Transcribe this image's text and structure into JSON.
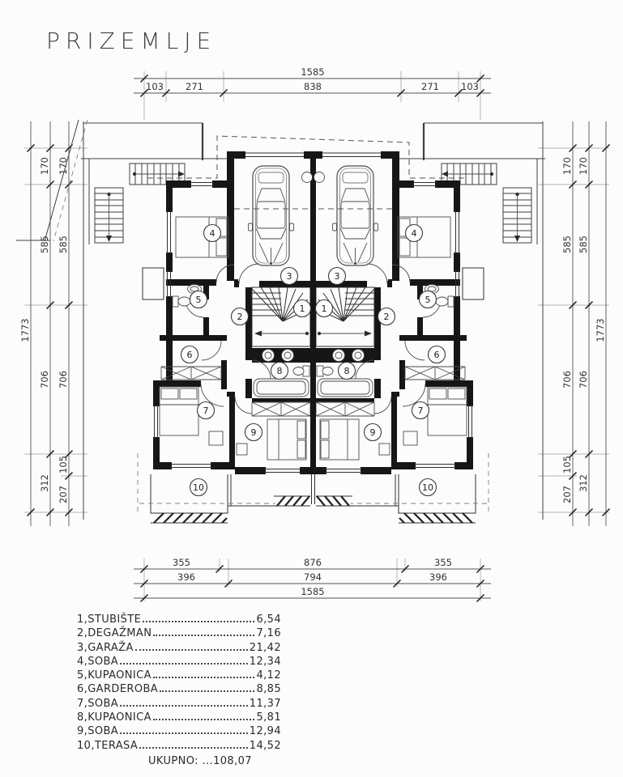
{
  "header": {
    "title": "PRIZEMLJE"
  },
  "dims": {
    "top_total": "1585",
    "top_segs": [
      "103",
      "271",
      "838",
      "271",
      "103"
    ],
    "bottom_r1": [
      "355",
      "876",
      "355"
    ],
    "bottom_r2": [
      "396",
      "794",
      "396"
    ],
    "bottom_total": "1585",
    "side_total": "1773",
    "side_chain": [
      "170",
      "585",
      "706",
      "312"
    ],
    "side_chain_inner": [
      "170",
      "585",
      "706",
      "105",
      "207"
    ]
  },
  "rooms": {
    "labels": [
      "1",
      "2",
      "3",
      "4",
      "5",
      "6",
      "7",
      "8",
      "9",
      "10"
    ]
  },
  "legend": {
    "items": [
      {
        "label": "1,STUBIŠTE",
        "area": "6,54"
      },
      {
        "label": "2,DEGAŽMAN",
        "area": "7,16"
      },
      {
        "label": "3,GARAŽA",
        "area": "21,42"
      },
      {
        "label": "4,SOBA",
        "area": "12,34"
      },
      {
        "label": "5,KUPAONICA",
        "area": "4,12"
      },
      {
        "label": "6,GARDEROBA",
        "area": "8,85"
      },
      {
        "label": "7,SOBA",
        "area": "11,37"
      },
      {
        "label": "8,KUPAONICA",
        "area": "5,81"
      },
      {
        "label": "9,SOBA",
        "area": "12,94"
      },
      {
        "label": "10,TERASA",
        "area": "14,52"
      }
    ],
    "total": "UKUPNO: ...108,07"
  }
}
